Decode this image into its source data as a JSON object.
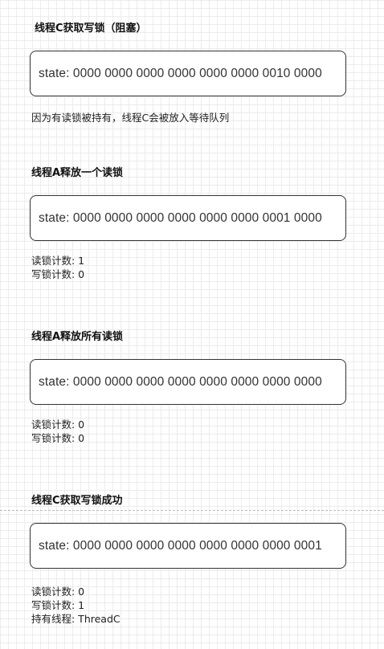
{
  "steps": [
    {
      "title": "线程C获取写锁（阻塞）",
      "state": "state: 0000 0000 0000 0000 0000 0000 0010 0000",
      "notes": [
        "因为有读锁被持有，线程C会被放入等待队列"
      ]
    },
    {
      "title": "线程A释放一个读锁",
      "state": "state: 0000 0000 0000 0000 0000 0000 0001 0000",
      "notes": [
        "读锁计数: 1",
        "写锁计数: 0"
      ]
    },
    {
      "title": "线程A释放所有读锁",
      "state": "state: 0000 0000 0000 0000 0000 0000 0000 0000",
      "notes": [
        "读锁计数: 0",
        "写锁计数: 0"
      ]
    },
    {
      "title": "线程C获取写锁成功",
      "state": "state: 0000 0000 0000 0000 0000 0000 0000 0001",
      "notes": [
        "读锁计数: 0",
        "写锁计数: 1",
        "持有线程: ThreadC"
      ]
    }
  ]
}
